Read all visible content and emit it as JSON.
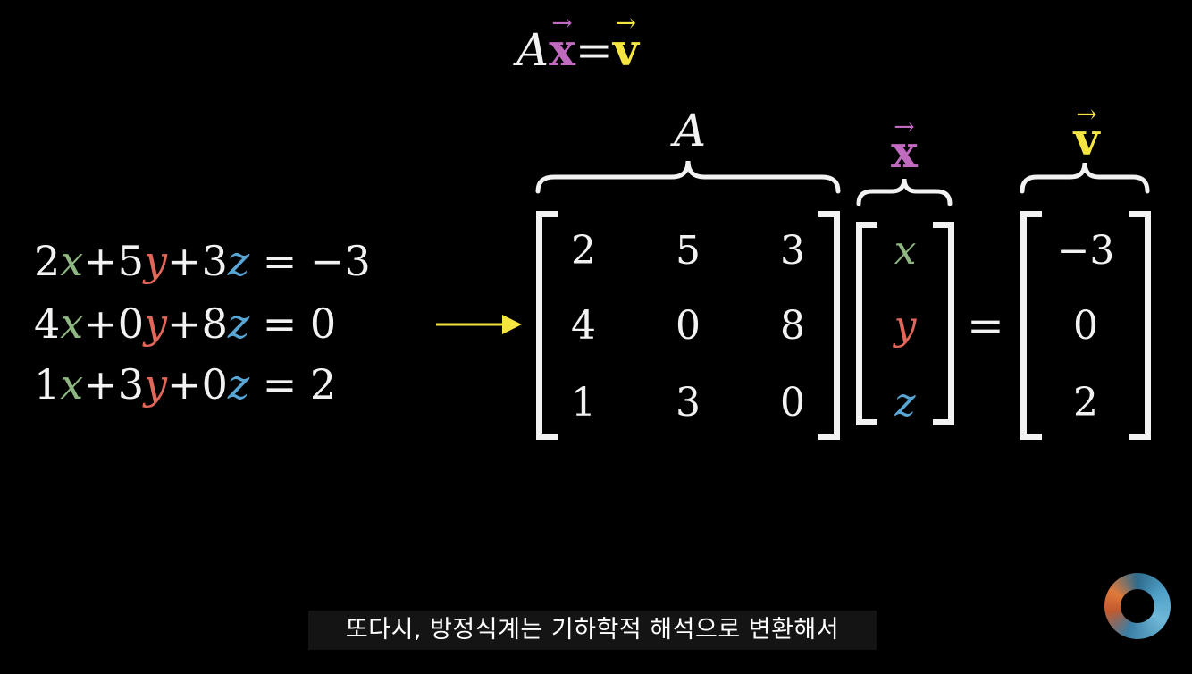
{
  "colors": {
    "x": "#8fb782",
    "y": "#e0675a",
    "z": "#58a6d6",
    "x_vector": "#c06ac0",
    "v_vector": "#f5e542",
    "arrow": "#f5e542",
    "text": "#f2f2f2"
  },
  "top_equation": {
    "A": "A",
    "x": "x",
    "equals": "=",
    "v": "v",
    "arrow": "→"
  },
  "system": [
    [
      {
        "t": "2"
      },
      {
        "t": "x",
        "v": "x"
      },
      {
        "t": "+5"
      },
      {
        "t": "y",
        "v": "y"
      },
      {
        "t": "+3"
      },
      {
        "t": "z",
        "v": "z"
      },
      {
        "t": " = −3"
      }
    ],
    [
      {
        "t": "4"
      },
      {
        "t": "x",
        "v": "x"
      },
      {
        "t": "+0"
      },
      {
        "t": "y",
        "v": "y"
      },
      {
        "t": "+8"
      },
      {
        "t": "z",
        "v": "z"
      },
      {
        "t": " = 0"
      }
    ],
    [
      {
        "t": "1"
      },
      {
        "t": "x",
        "v": "x"
      },
      {
        "t": "+3"
      },
      {
        "t": "y",
        "v": "y"
      },
      {
        "t": "+0"
      },
      {
        "t": "z",
        "v": "z"
      },
      {
        "t": " = 2"
      }
    ]
  ],
  "matrix_A": {
    "label": "A",
    "rows": [
      [
        "2",
        "5",
        "3"
      ],
      [
        "4",
        "0",
        "8"
      ],
      [
        "1",
        "3",
        "0"
      ]
    ]
  },
  "vector_x": {
    "label": "x",
    "entries": [
      "x",
      "y",
      "z"
    ]
  },
  "vector_v": {
    "label": "v",
    "entries": [
      "−3",
      "0",
      "2"
    ]
  },
  "equals_sign": "=",
  "subtitle": "또다시, 방정식계는 기하학적 해석으로 변환해서"
}
